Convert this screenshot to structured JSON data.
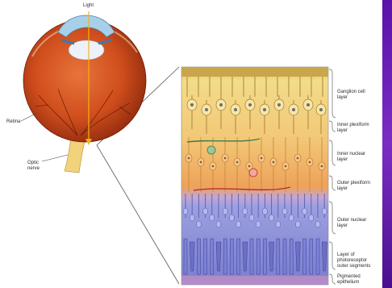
{
  "labels": {
    "light": "Light",
    "retina": "Retina",
    "optic_nerve": [
      "Optic",
      "nerve"
    ],
    "layers": [
      {
        "line1": "Ganglion cell",
        "line2": "layer"
      },
      {
        "line1": "Inner plexiform",
        "line2": "layer"
      },
      {
        "line1": "Inner nuclear",
        "line2": "layer"
      },
      {
        "line1": "Outer plexiform",
        "line2": "layer"
      },
      {
        "line1": "Outer nuclear",
        "line2": "layer"
      },
      {
        "line1": "Layer of",
        "line2": "photoreceptor",
        "line3": "outer segments"
      },
      {
        "line1": "Pigmented",
        "line2": "epithelium"
      }
    ]
  },
  "colors": {
    "eyeball": "#c9471b",
    "eyeball_dark": "#8e2a0e",
    "cornea": "#9fc7e6",
    "lens": "#e9eef5",
    "light_ray": "#f2b21a",
    "retina_top": "#ecd77b",
    "retina_mid": "#eeaa5c",
    "retina_bottom": "#8a8fd6",
    "accent_bar": "#6a1fb0"
  }
}
